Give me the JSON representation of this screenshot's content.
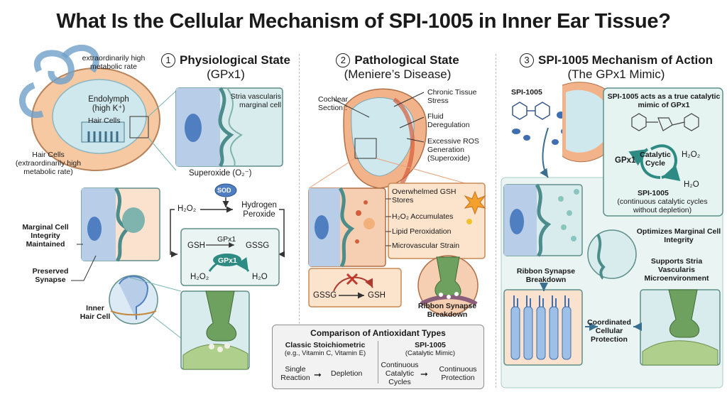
{
  "title": "What Is the Cellular Mechanism of SPI-1005 in Inner Ear Tissue?",
  "panel1": {
    "number": "1",
    "title": "Physiological State",
    "subtitle": "(GPx1)",
    "metabolic_label": "extraordinarily high metabolic rate",
    "endolymph_label": "Endolymph",
    "endolymph_k": "(high K⁺)",
    "hair_cells_label": "Hair Cells",
    "hair_cells_side_label": "Hair Cells",
    "hair_cells_side_note": "(extraordinarily high metabolic rate)",
    "stria_label": "Stria vascularis marginal cell",
    "superoxide_label": "Superoxide (O₂⁻)",
    "sod_label": "SOD",
    "h2o2_label": "H₂O₂",
    "hydrogen_peroxide_label": "Hydrogen Peroxide",
    "cycle": {
      "gsh": "GSH",
      "gpx1_top": "GPx1",
      "gssg": "GSSG",
      "gpx1_badge": "GPx1",
      "h2o2": "H₂O₂",
      "h2o": "H₂O"
    },
    "marginal_integrity_label": "Marginal Cell Integrity Maintained",
    "preserved_synapse_label": "Preserved Synapse",
    "inner_hair_cell_label": "Inner Hair Cell"
  },
  "panel2": {
    "number": "2",
    "title": "Pathological State",
    "subtitle": "(Meniere’s Disease)",
    "cochlear_section_label": "Cochlear Section :",
    "chronic_stress_label": "Chronic Tissue Stress",
    "fluid_label": "Fluid Deregulation",
    "ros_label": "Excessive ROS Generation (Superoxide)",
    "effects": [
      "Overwhelmed GSH Stores",
      "H₂O₂ Accumulates",
      "Lipid Peroxidation",
      "Microvascular Strain"
    ],
    "gssg": "GSSG",
    "gsh": "GSH",
    "ribbon_breakdown_label": "Ribbon Synapse Breakdown"
  },
  "panel3": {
    "number": "3",
    "title": "SPI-1005 Mechanism of Action",
    "subtitle": "(The GPx1 Mimic)",
    "drug_label": "SPI-1005",
    "mimic_statement": "SPI-1005 acts as a true catalytic mimic of GPx1",
    "gpx1_label": "GPx1",
    "catalytic_cycle_label": "Catalytic Cycle",
    "h2o2_label": "H₂O₂",
    "h2o_label": "H₂O",
    "spi_cycle_label": "SPI-1005",
    "spi_cycle_note": "(continuous catalytic cycles without depletion)",
    "optimizes_label": "Optimizes Marginal Cell Integrity",
    "supports_label": "Supports Stria Vascularis Microenvironment",
    "ribbon_breakdown_label": "Ribbon Synapse Breakdown",
    "coordinated_label": "Coordinated Cellular Protection"
  },
  "comparison": {
    "title": "Comparison of Antioxidant Types",
    "classic_title": "Classic Stoichiometric",
    "classic_examples": "(e.g., Vitamin C, Vitamin E)",
    "classic_from": "Single Reaction",
    "classic_to": "Depletion",
    "spi_title": "SPI-1005",
    "spi_sub": "(Catalytic Mimic)",
    "spi_from": "Continuous Catalytic Cycles",
    "spi_to": "Continuous Protection"
  },
  "colors": {
    "teal": "#5f8f8a",
    "teal_light": "#eaf5f3",
    "orange": "#fbe3cc",
    "blue_cell": "#4f7fc0",
    "tissue": "#f3b38a"
  }
}
